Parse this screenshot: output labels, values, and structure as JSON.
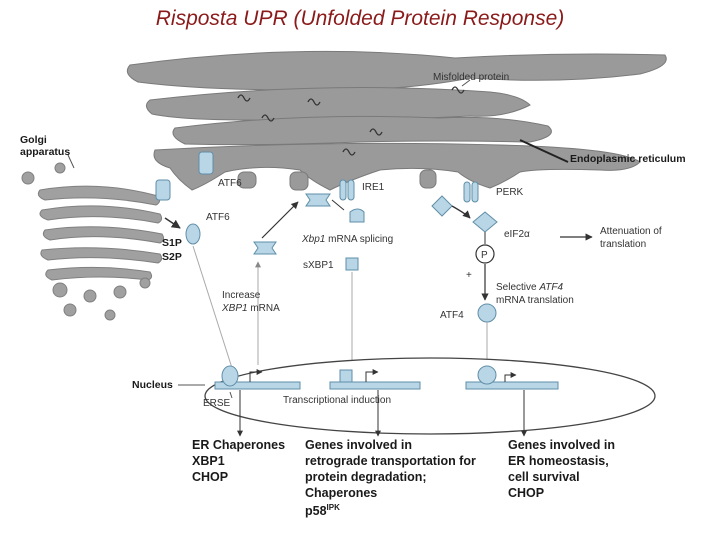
{
  "title": "Risposta UPR (Unfolded Protein Response)",
  "colors": {
    "membrane": "#999999",
    "protein": "#b9d6e6",
    "protein_stroke": "#5f8ea8",
    "title": "#8b1a1a"
  },
  "labels": {
    "misfolded": "Misfolded protein",
    "golgi_1": "Golgi",
    "golgi_2": "apparatus",
    "er": "Endoplasmic reticulum",
    "atf6_top": "ATF6",
    "atf6_mid": "ATF6",
    "s1p": "S1P",
    "s2p": "S2P",
    "ire1": "IRE1",
    "perk": "PERK",
    "xbp1_1": "Xbp1",
    "xbp1_2": " mRNA splicing",
    "sxbp1": "sXBP1",
    "eif2a": "eIF2α",
    "attenuation_1": "Attenuation of",
    "attenuation_2": "translation",
    "p": "P",
    "plus": "+",
    "selective_1": "Selective ",
    "selective_2": "ATF4",
    "selective_3": "mRNA translation",
    "atf4": "ATF4",
    "increase_1": "Increase",
    "increase_2": "XBP1",
    "increase_3": " mRNA",
    "nucleus": "Nucleus",
    "erse": "ERSE",
    "transcriptional": "Transcriptional induction"
  },
  "outcomes": {
    "col1": [
      "ER Chaperones",
      "XBP1",
      "CHOP"
    ],
    "col2": [
      "Genes involved in",
      "retrograde transportation for",
      "protein degradation;",
      "Chaperones"
    ],
    "col2_last": "p58",
    "col2_sup": "IPK",
    "col3": [
      "Genes involved in",
      "ER homeostasis,",
      "cell survival",
      "CHOP"
    ]
  }
}
